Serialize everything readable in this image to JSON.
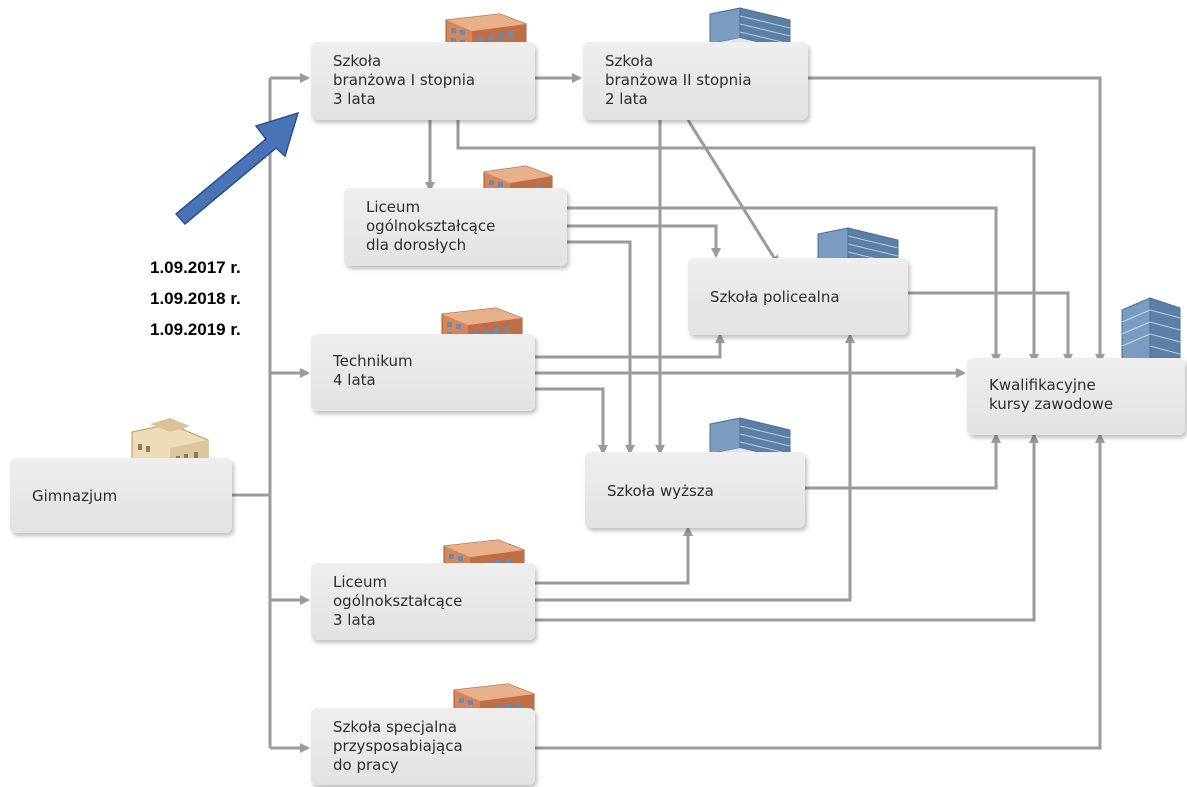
{
  "nodes": {
    "gimnazjum": {
      "label": "Gimnazjum"
    },
    "branzowa1": {
      "lines": [
        "Szkoła",
        "branżowa I stopnia",
        "3 lata"
      ]
    },
    "branzowa2": {
      "lines": [
        "Szkoła",
        "branżowa II stopnia",
        "2 lata"
      ]
    },
    "liceum_dorosli": {
      "lines": [
        "Liceum",
        "ogólnokształcące",
        "dla dorosłych"
      ]
    },
    "policealna": {
      "label": "Szkoła policealna"
    },
    "technikum": {
      "lines": [
        "Technikum",
        "4 lata"
      ]
    },
    "kwalifikacyjne": {
      "lines": [
        "Kwalifikacyjne",
        "kursy zawodowe"
      ]
    },
    "wyzsza": {
      "label": "Szkoła wyższa"
    },
    "liceum": {
      "lines": [
        "Liceum",
        "ogólnokształcące",
        "3 lata"
      ]
    },
    "specjalna": {
      "lines": [
        "Szkoła specjalna",
        "przysposabiająca",
        "do pracy"
      ]
    }
  },
  "dates": [
    "1.09.2017 r.",
    "1.09.2018 r.",
    "1.09.2019 r."
  ],
  "colors": {
    "connector": "#9b9b9b",
    "node_fill": "#e8e8e8",
    "arrow_fill": "#4a74b8",
    "arrow_stroke": "#2c4f8a",
    "brick": "#d9855a",
    "glass": "#5b7fa6"
  },
  "icons": [
    "brick-school-building-icon",
    "glass-office-building-icon",
    "classical-building-icon"
  ]
}
